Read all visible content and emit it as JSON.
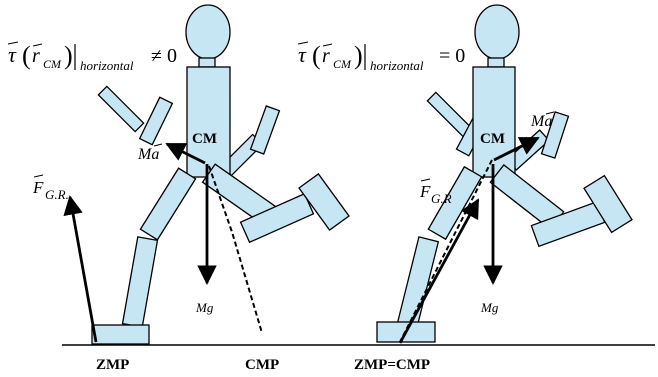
{
  "colors": {
    "body_fill": "#c6e6f3",
    "stroke": "#000000",
    "background": "#ffffff"
  },
  "left_figure": {
    "torque_label": {
      "tau": "τ",
      "r": "r",
      "sub_cm": "CM",
      "sub_horizontal": "horizontal",
      "relation": "≠ 0"
    },
    "cm_label": "CM",
    "ma_label": "Ma",
    "mg_label": "Mg",
    "force_label": "F",
    "force_sub": "G.R.",
    "zmp_label": "ZMP",
    "cmp_label": "CMP"
  },
  "right_figure": {
    "torque_label": {
      "tau": "τ",
      "r": "r",
      "sub_cm": "CM",
      "sub_horizontal": "horizontal",
      "relation": "= 0"
    },
    "cm_label": "CM",
    "ma_label": "Ma",
    "mg_label": "Mg",
    "force_label": "F",
    "force_sub": "G.R",
    "zmp_cmp_label": "ZMP=CMP"
  }
}
